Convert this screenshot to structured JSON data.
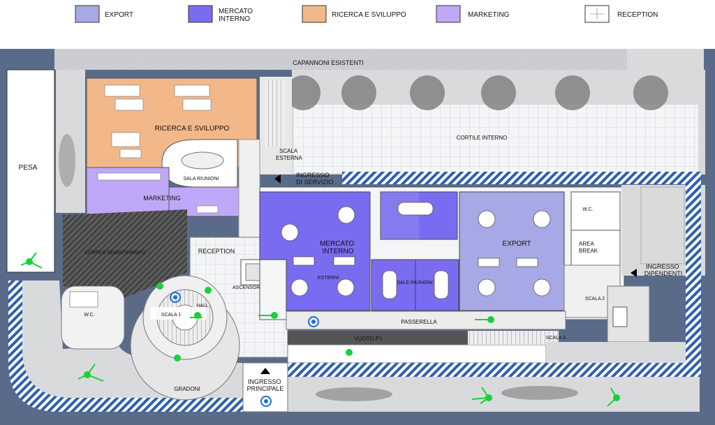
{
  "legend": [
    {
      "label": "EXPORT",
      "color": "#a7a9e6"
    },
    {
      "label": "MERCATO INTERNO",
      "color": "#7a6cf0"
    },
    {
      "label": "RICERCA E SVILUPPO",
      "color": "#f2b889"
    },
    {
      "label": "MARKETING",
      "color": "#bfa8f7"
    },
    {
      "label": "RECEPTION",
      "color": "#ffffff"
    }
  ],
  "labels": {
    "capannoni": "CAPANNONI ESISTENTI",
    "pesa": "PESA",
    "ricerca": "RICERCA E SVILUPPO",
    "sala_riunioni": "SALA RIUNIONI",
    "marketing": "MARKETING",
    "cortile_seminterrato": "CORTILE SEMINTERRATO",
    "cortile_interno": "CORTILE INTERNO",
    "scala_esterna_1": "SCALA",
    "scala_esterna_2": "ESTERNA",
    "ingresso_servizio_1": "INGRESSO",
    "ingresso_servizio_2": "DI SERVIZIO",
    "reception": "RECEPTION",
    "mercato_interno_1": "MERCATO",
    "mercato_interno_2": "INTERNO",
    "esterni": "ESTERNI",
    "sale_riunioni": "SALE RIUNIONI",
    "export": "EXPORT",
    "wc": "W.C.",
    "area_break_1": "AREA",
    "area_break_2": "BREAK",
    "ingresso_dipendenti_1": "INGRESSO",
    "ingresso_dipendenti_2": "DIPENDENTI",
    "scala_2": "SCALA 2",
    "scala_3": "SCALA 3",
    "ascensore": "ASCENSORE",
    "hall": "HALL",
    "scala_1": "SCALA 1",
    "wc_left": "W.C.",
    "passerella": "PASSERELLA",
    "vuoto": "VUOTO P.I.",
    "gradoni": "GRADONI",
    "ingresso_principale_1": "INGRESSO",
    "ingresso_principale_2": "PRINCIPALE"
  },
  "colors": {
    "site_background": "#5a6b8a",
    "courtyard": "#d9dadc",
    "hatch_blue": "#2d5fb0",
    "marker_green": "#19d13a",
    "marker_blue": "#1e6fd6",
    "tree_gray": "#7d7d7d"
  }
}
